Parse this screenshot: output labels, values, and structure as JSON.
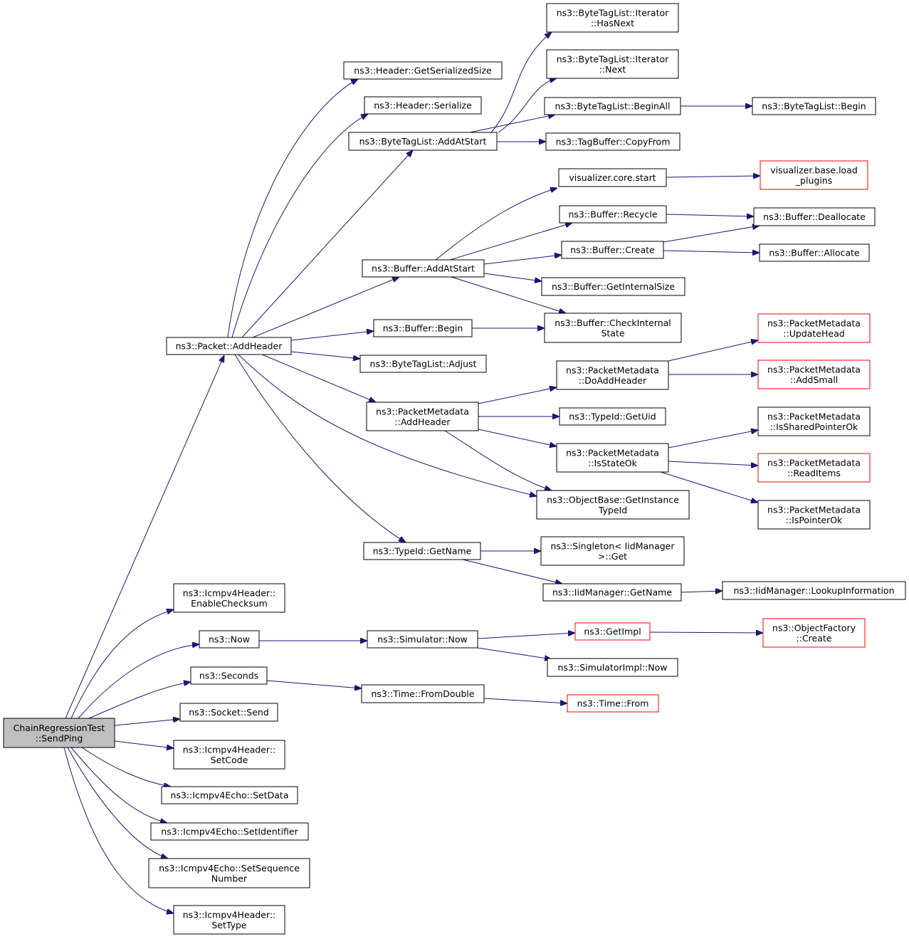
{
  "graph": {
    "colors": {
      "edge": "#191970",
      "node_border": "#000000",
      "truncated_border": "#ff0000",
      "root_fill": "#bfbfbf"
    },
    "nodes": [
      {
        "id": "root",
        "lines": [
          "ChainRegressionTest",
          "::SendPing"
        ],
        "style": "root"
      },
      {
        "id": "addheader",
        "lines": [
          "ns3::Packet::AddHeader"
        ]
      },
      {
        "id": "hdr_getsersize",
        "lines": [
          "ns3::Header::GetSerializedSize"
        ]
      },
      {
        "id": "hdr_serialize",
        "lines": [
          "ns3::Header::Serialize"
        ]
      },
      {
        "id": "btl_addatstart",
        "lines": [
          "ns3::ByteTagList::AddAtStart"
        ]
      },
      {
        "id": "btl_it_hasnext",
        "lines": [
          "ns3::ByteTagList::Iterator",
          "::HasNext"
        ]
      },
      {
        "id": "btl_it_next",
        "lines": [
          "ns3::ByteTagList::Iterator",
          "::Next"
        ]
      },
      {
        "id": "btl_beginall",
        "lines": [
          "ns3::ByteTagList::BeginAll"
        ]
      },
      {
        "id": "btl_begin",
        "lines": [
          "ns3::ByteTagList::Begin"
        ]
      },
      {
        "id": "tagbuf_copyfrom",
        "lines": [
          "ns3::TagBuffer::CopyFrom"
        ]
      },
      {
        "id": "vis_start",
        "lines": [
          "visualizer.core.start"
        ]
      },
      {
        "id": "vis_loadplugins",
        "lines": [
          "visualizer.base.load",
          "_plugins"
        ],
        "style": "truncated"
      },
      {
        "id": "buf_recycle",
        "lines": [
          "ns3::Buffer::Recycle"
        ]
      },
      {
        "id": "buf_dealloc",
        "lines": [
          "ns3::Buffer::Deallocate"
        ]
      },
      {
        "id": "buf_create",
        "lines": [
          "ns3::Buffer::Create"
        ]
      },
      {
        "id": "buf_alloc",
        "lines": [
          "ns3::Buffer::Allocate"
        ]
      },
      {
        "id": "buf_addatstart",
        "lines": [
          "ns3::Buffer::AddAtStart"
        ]
      },
      {
        "id": "buf_getinternalsize",
        "lines": [
          "ns3::Buffer::GetInternalSize"
        ]
      },
      {
        "id": "buf_checkinternal",
        "lines": [
          "ns3::Buffer::CheckInternal",
          "State"
        ]
      },
      {
        "id": "buf_begin",
        "lines": [
          "ns3::Buffer::Begin"
        ]
      },
      {
        "id": "btl_adjust",
        "lines": [
          "ns3::ByteTagList::Adjust"
        ]
      },
      {
        "id": "pm_updatehead",
        "lines": [
          "ns3::PacketMetadata",
          "::UpdateHead"
        ],
        "style": "truncated"
      },
      {
        "id": "pm_doaddheader",
        "lines": [
          "ns3::PacketMetadata",
          "::DoAddHeader"
        ]
      },
      {
        "id": "pm_addsmall",
        "lines": [
          "ns3::PacketMetadata",
          "::AddSmall"
        ],
        "style": "truncated"
      },
      {
        "id": "pm_addheader",
        "lines": [
          "ns3::PacketMetadata",
          "::AddHeader"
        ]
      },
      {
        "id": "typeid_getuid",
        "lines": [
          "ns3::TypeId::GetUid"
        ]
      },
      {
        "id": "pm_issharedptrok",
        "lines": [
          "ns3::PacketMetadata",
          "::IsSharedPointerOk"
        ]
      },
      {
        "id": "pm_isstateok",
        "lines": [
          "ns3::PacketMetadata",
          "::IsStateOk"
        ]
      },
      {
        "id": "pm_readitems",
        "lines": [
          "ns3::PacketMetadata",
          "::ReadItems"
        ],
        "style": "truncated"
      },
      {
        "id": "objbase_getinsttypeid",
        "lines": [
          "ns3::ObjectBase::GetInstance",
          "TypeId"
        ]
      },
      {
        "id": "pm_ispointerok",
        "lines": [
          "ns3::PacketMetadata",
          "::IsPointerOk"
        ]
      },
      {
        "id": "typeid_getname",
        "lines": [
          "ns3::TypeId::GetName"
        ]
      },
      {
        "id": "singleton_get",
        "lines": [
          "ns3::Singleton< IidManager",
          ">::Get"
        ]
      },
      {
        "id": "iid_getname",
        "lines": [
          "ns3::IidManager::GetName"
        ]
      },
      {
        "id": "iid_lookupinfo",
        "lines": [
          "ns3::IidManager::LookupInformation"
        ]
      },
      {
        "id": "icmp_enablechecksum",
        "lines": [
          "ns3::Icmpv4Header::",
          "EnableChecksum"
        ]
      },
      {
        "id": "ns3_now",
        "lines": [
          "ns3::Now"
        ]
      },
      {
        "id": "sim_now",
        "lines": [
          "ns3::Simulator::Now"
        ]
      },
      {
        "id": "ns3_getimpl",
        "lines": [
          "ns3::GetImpl"
        ],
        "style": "truncated"
      },
      {
        "id": "objfactory_create",
        "lines": [
          "ns3::ObjectFactory",
          "::Create"
        ],
        "style": "truncated"
      },
      {
        "id": "simimpl_now",
        "lines": [
          "ns3::SimulatorImpl::Now"
        ]
      },
      {
        "id": "ns3_seconds",
        "lines": [
          "ns3::Seconds"
        ]
      },
      {
        "id": "time_fromdouble",
        "lines": [
          "ns3::Time::FromDouble"
        ]
      },
      {
        "id": "time_from",
        "lines": [
          "ns3::Time::From"
        ],
        "style": "truncated"
      },
      {
        "id": "socket_send",
        "lines": [
          "ns3::Socket::Send"
        ]
      },
      {
        "id": "icmp_setcode",
        "lines": [
          "ns3::Icmpv4Header::",
          "SetCode"
        ]
      },
      {
        "id": "echo_setdata",
        "lines": [
          "ns3::Icmpv4Echo::SetData"
        ]
      },
      {
        "id": "echo_setidentifier",
        "lines": [
          "ns3::Icmpv4Echo::SetIdentifier"
        ]
      },
      {
        "id": "echo_setseqnum",
        "lines": [
          "ns3::Icmpv4Echo::SetSequence",
          "Number"
        ]
      },
      {
        "id": "icmp_settype",
        "lines": [
          "ns3::Icmpv4Header::",
          "SetType"
        ]
      }
    ],
    "edges": [
      [
        "root",
        "addheader"
      ],
      [
        "root",
        "icmp_enablechecksum"
      ],
      [
        "root",
        "ns3_now"
      ],
      [
        "root",
        "ns3_seconds"
      ],
      [
        "root",
        "socket_send"
      ],
      [
        "root",
        "icmp_setcode"
      ],
      [
        "root",
        "echo_setdata"
      ],
      [
        "root",
        "echo_setidentifier"
      ],
      [
        "root",
        "echo_setseqnum"
      ],
      [
        "root",
        "icmp_settype"
      ],
      [
        "addheader",
        "hdr_getsersize"
      ],
      [
        "addheader",
        "hdr_serialize"
      ],
      [
        "addheader",
        "btl_addatstart"
      ],
      [
        "addheader",
        "buf_addatstart"
      ],
      [
        "addheader",
        "buf_begin"
      ],
      [
        "addheader",
        "btl_adjust"
      ],
      [
        "addheader",
        "pm_addheader"
      ],
      [
        "addheader",
        "objbase_getinsttypeid"
      ],
      [
        "addheader",
        "typeid_getname"
      ],
      [
        "btl_addatstart",
        "btl_it_hasnext"
      ],
      [
        "btl_addatstart",
        "btl_it_next"
      ],
      [
        "btl_addatstart",
        "btl_beginall"
      ],
      [
        "btl_addatstart",
        "tagbuf_copyfrom"
      ],
      [
        "btl_beginall",
        "btl_begin"
      ],
      [
        "buf_addatstart",
        "vis_start"
      ],
      [
        "buf_addatstart",
        "buf_recycle"
      ],
      [
        "buf_addatstart",
        "buf_create"
      ],
      [
        "buf_addatstart",
        "buf_getinternalsize"
      ],
      [
        "buf_addatstart",
        "buf_checkinternal"
      ],
      [
        "vis_start",
        "vis_loadplugins"
      ],
      [
        "buf_recycle",
        "buf_dealloc"
      ],
      [
        "buf_create",
        "buf_dealloc"
      ],
      [
        "buf_create",
        "buf_alloc"
      ],
      [
        "buf_begin",
        "buf_checkinternal"
      ],
      [
        "pm_addheader",
        "pm_doaddheader"
      ],
      [
        "pm_addheader",
        "typeid_getuid"
      ],
      [
        "pm_addheader",
        "pm_isstateok"
      ],
      [
        "pm_addheader",
        "objbase_getinsttypeid"
      ],
      [
        "pm_doaddheader",
        "pm_updatehead"
      ],
      [
        "pm_doaddheader",
        "pm_addsmall"
      ],
      [
        "pm_isstateok",
        "pm_issharedptrok"
      ],
      [
        "pm_isstateok",
        "pm_readitems"
      ],
      [
        "pm_isstateok",
        "pm_ispointerok"
      ],
      [
        "typeid_getname",
        "singleton_get"
      ],
      [
        "typeid_getname",
        "iid_getname"
      ],
      [
        "iid_getname",
        "iid_lookupinfo"
      ],
      [
        "ns3_now",
        "sim_now"
      ],
      [
        "sim_now",
        "ns3_getimpl"
      ],
      [
        "sim_now",
        "simimpl_now"
      ],
      [
        "ns3_getimpl",
        "objfactory_create"
      ],
      [
        "ns3_seconds",
        "time_fromdouble"
      ],
      [
        "time_fromdouble",
        "time_from"
      ]
    ]
  }
}
